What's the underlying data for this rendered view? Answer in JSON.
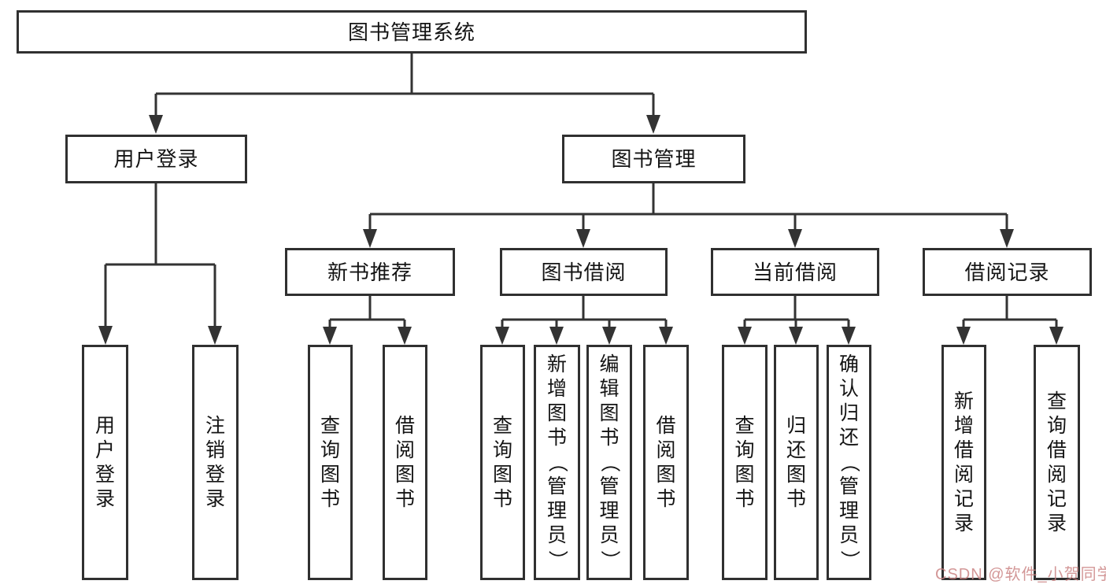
{
  "tree": {
    "root": {
      "label": "图书管理系统",
      "children": [
        {
          "label": "用户登录",
          "leaves": [
            "用户登录",
            "注销登录"
          ]
        },
        {
          "label": "图书管理",
          "children": [
            {
              "label": "新书推荐",
              "leaves": [
                "查询图书",
                "借阅图书"
              ]
            },
            {
              "label": "图书借阅",
              "leaves": [
                "查询图书",
                "新增图书（管理员）",
                "编辑图书（管理员）",
                "借阅图书"
              ]
            },
            {
              "label": "当前借阅",
              "leaves": [
                "查询图书",
                "归还图书",
                "确认归还（管理员）"
              ]
            },
            {
              "label": "借阅记录",
              "leaves": [
                "新增借阅记录",
                "查询借阅记录"
              ]
            }
          ]
        }
      ]
    }
  },
  "watermark": {
    "text": "CSDN @软件_小贺同学"
  },
  "colors": {
    "line": "#333333",
    "box_border": "#303030",
    "text": "#141414",
    "watermark": "#c98080",
    "background": "#ffffff"
  }
}
